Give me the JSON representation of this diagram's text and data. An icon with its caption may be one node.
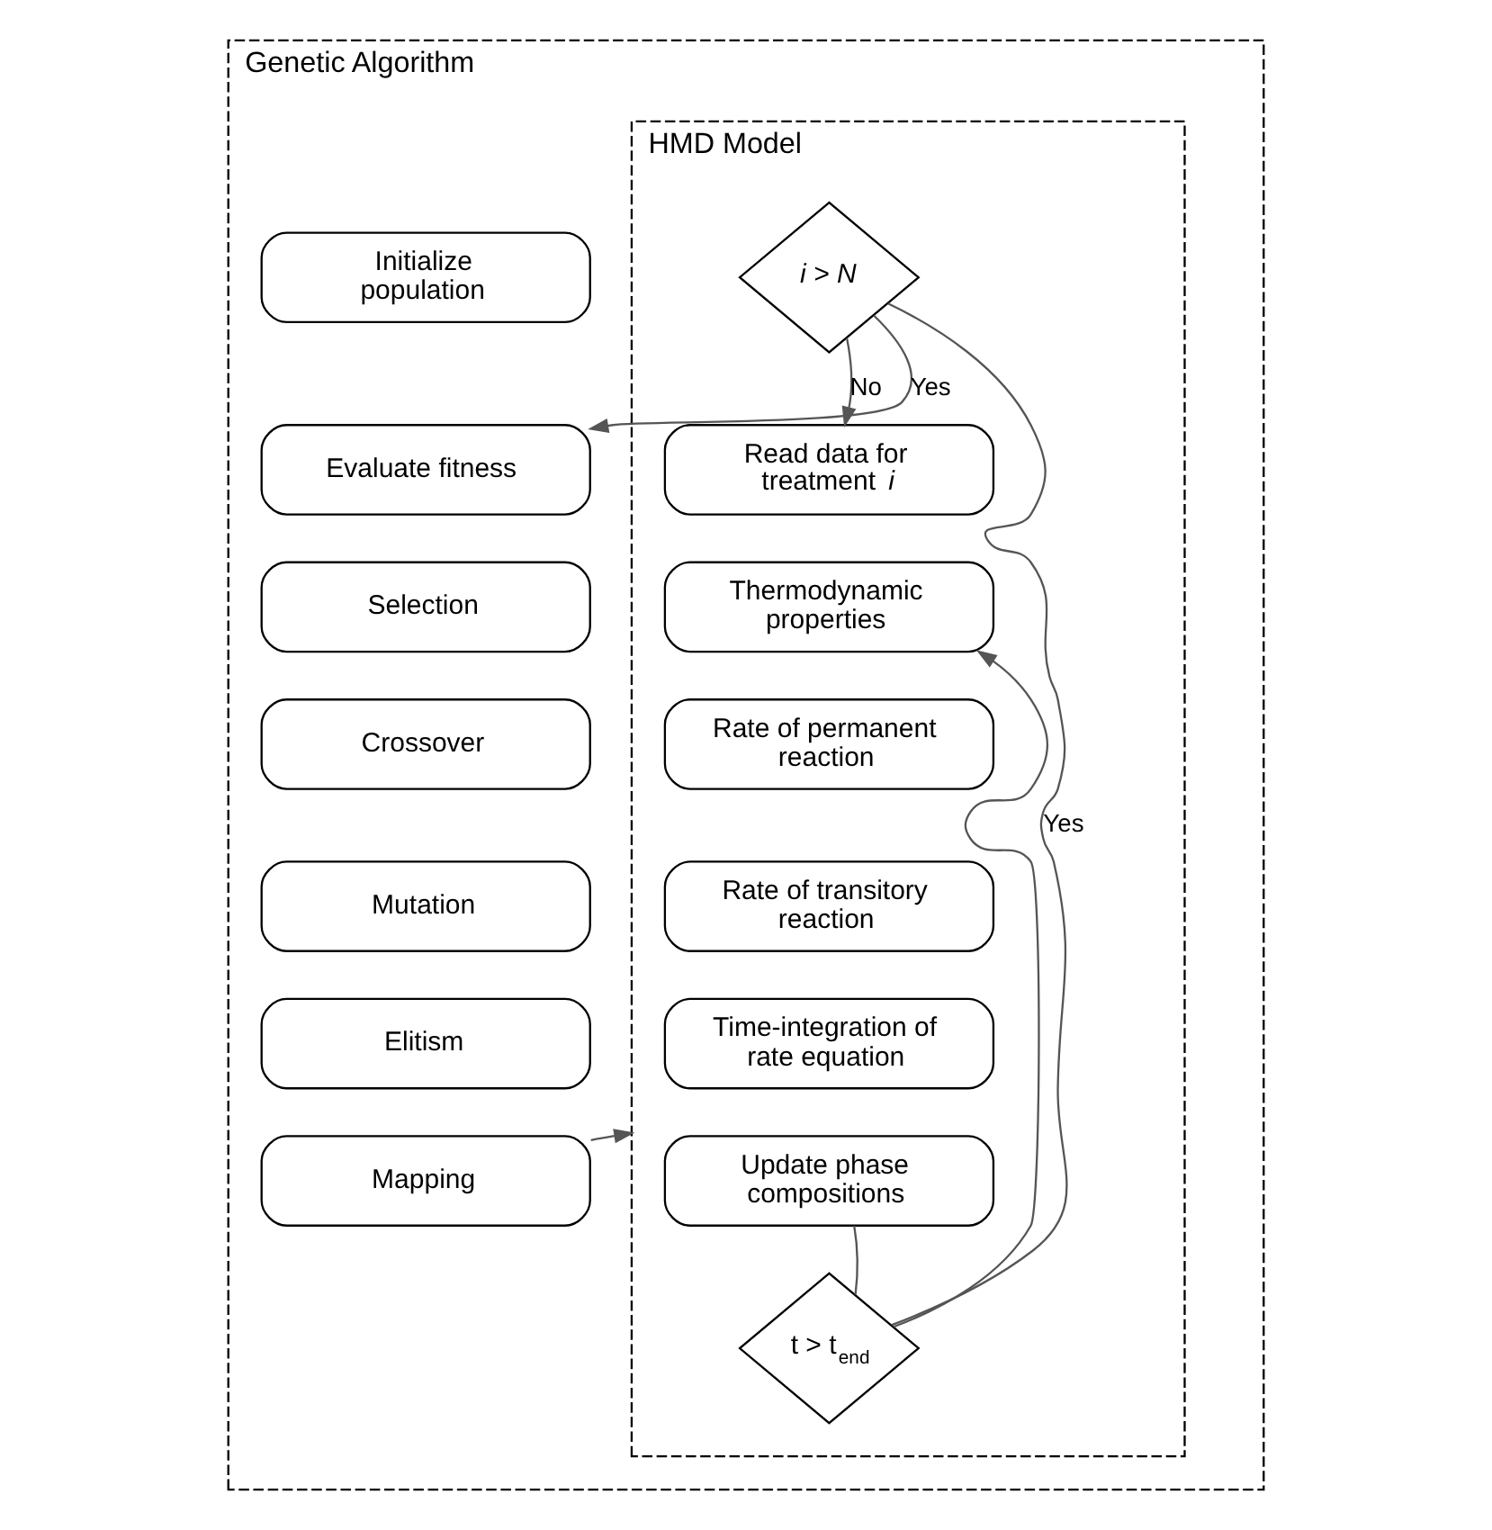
{
  "diagram": {
    "nodes": [
      {
        "text": [
          "Genetic Algorithm"
        ]
      },
      {
        "text": [
          "Initialize population"
        ],
        "in": 0
      },
      {
        "text": [
          "Evaluate fitness"
        ],
        "in": 0
      },
      {
        "text": [
          "Selection"
        ],
        "in": 0
      },
      {
        "text": [
          "Crossover"
        ],
        "in": 0
      },
      {
        "text": [
          "Mutation"
        ],
        "in": 0
      },
      {
        "text": [
          "Elitism"
        ],
        "in": 0
      },
      {
        "text": [
          "Mapping"
        ],
        "in": 0
      },
      {
        "text": [
          "HMD Model"
        ],
        "in": 0
      },
      {
        "text": [
          "i > N"
        ],
        "in": 8
      },
      {
        "text": [
          "Read data for treatment *i*"
        ],
        "in": 8
      },
      {
        "text": [
          "Thermodynamic properties"
        ],
        "in": 8
      },
      {
        "text": [
          "Rate of permanent reaction"
        ],
        "in": 8
      },
      {
        "text": [
          "Rate of transitory reaction"
        ],
        "in": 8
      },
      {
        "text": [
          "Time-integration of rate equation"
        ],
        "in": 8
      },
      {
        "text": [
          "Update phase compositions"
        ],
        "in": 8
      },
      {
        "text": [
          "t > t$_{end}$"
        ],
        "in": 8
      }
    ],
    "edges": [
      {
        "from": 7,
        "to": 8,
        "arrow": "to"
      },
      {
        "from": 9,
        "to": 2,
        "arrow": "to",
        "label": "Yes"
      },
      {
        "from": 9,
        "to": 10,
        "arrow": "to",
        "label": "No"
      },
      {
        "from": 15,
        "to": 16,
        "arrow": "none"
      },
      {
        "from": 16,
        "to": 11,
        "arrow": "to"
      },
      {
        "from": 16,
        "to": 9,
        "arrow": "none",
        "label": "Yes"
      }
    ]
  }
}
